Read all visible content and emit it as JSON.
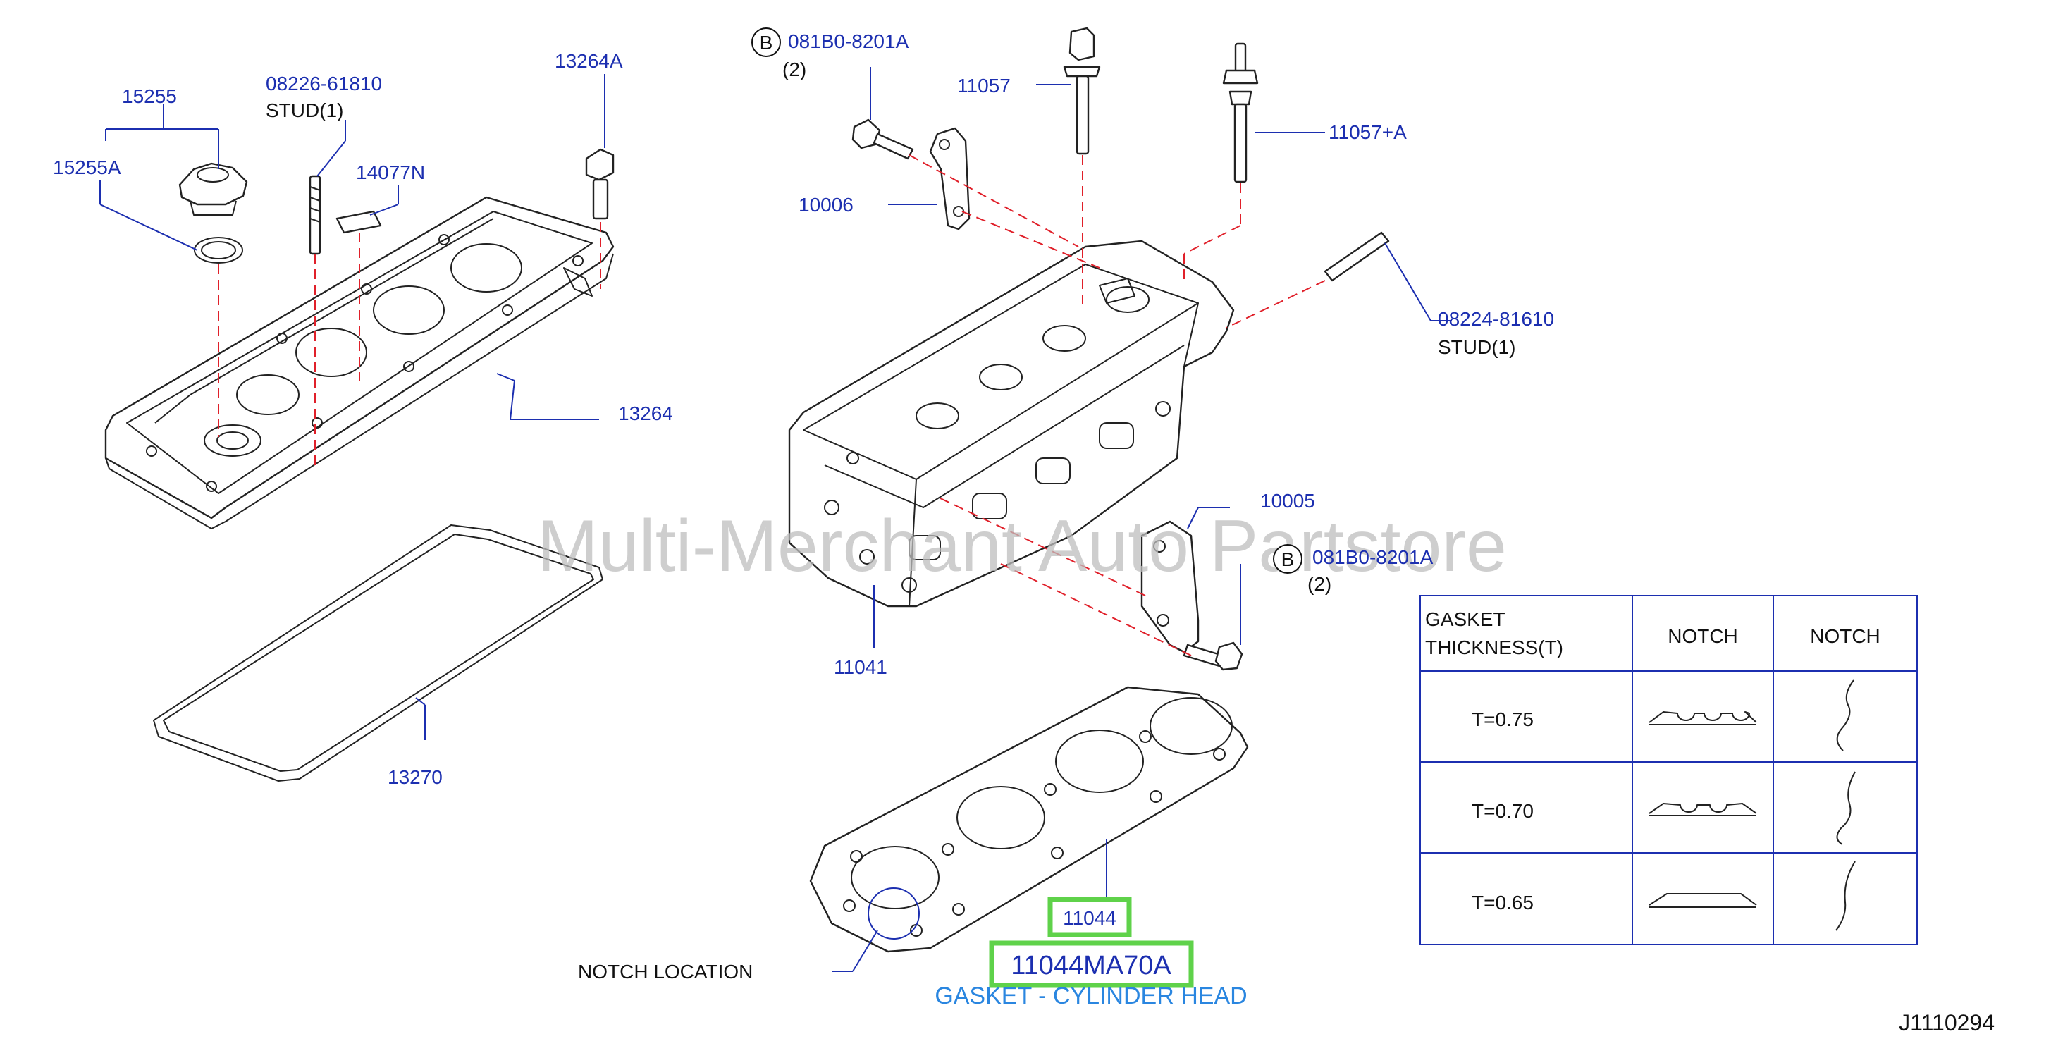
{
  "watermark": "Multi-Merchant Auto Partstore",
  "diagram_id": "J1110294",
  "labels": {
    "p15255": "15255",
    "p15255a": "15255A",
    "p08226": "08226-61810",
    "stud1a": "STUD(1)",
    "p14077n": "14077N",
    "p13264a": "13264A",
    "p13264": "13264",
    "p13270": "13270",
    "badge_b": "B",
    "p081b0_top": "081B0-8201A",
    "qty2_top": "(2)",
    "p11057": "11057",
    "p11057a": "11057+A",
    "p10006": "10006",
    "p08224": "08224-81610",
    "stud1b": "STUD(1)",
    "p10005": "10005",
    "p081b0_mid": "081B0-8201A",
    "qty2_mid": "(2)",
    "p11041": "11041",
    "p11044": "11044",
    "p11044ma70a": "11044MA70A",
    "gasket_name": "GASKET - CYLINDER HEAD",
    "notch_location": "NOTCH   LOCATION"
  },
  "highlight_color": "#5fd24a",
  "part_color": "#1c2fb0",
  "dash_color": "#e0202a",
  "gasket_name_color": "#2a86e0",
  "table": {
    "header_line1": "GASKET",
    "header_line2": "THICKNESS(T)",
    "col2": "NOTCH",
    "col3": "NOTCH",
    "rows": [
      {
        "t": "T=0.75"
      },
      {
        "t": "T=0.70"
      },
      {
        "t": "T=0.65"
      }
    ]
  }
}
